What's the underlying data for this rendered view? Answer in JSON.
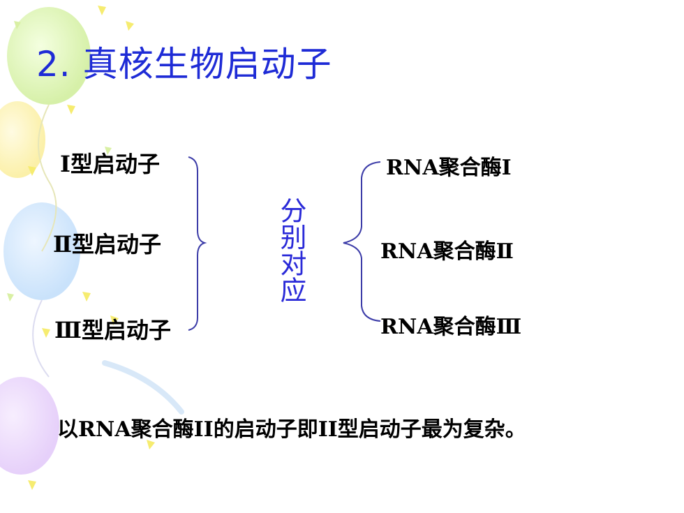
{
  "title": "2.  真核生物启动子",
  "left_items": [
    "Ⅰ型启动子",
    "Ⅱ型启动子",
    "Ⅲ型启动子"
  ],
  "center_text": "分别对应",
  "right_items": [
    "RNA聚合酶Ⅰ",
    "RNA聚合酶Ⅱ",
    "RNA聚合酶Ⅲ"
  ],
  "footer": "以RNA聚合酶II的启动子即II型启动子最为复杂。",
  "colors": {
    "title": "#1e2bd6",
    "brace": "#3c3ca8",
    "center_text": "#2a2ad8"
  }
}
